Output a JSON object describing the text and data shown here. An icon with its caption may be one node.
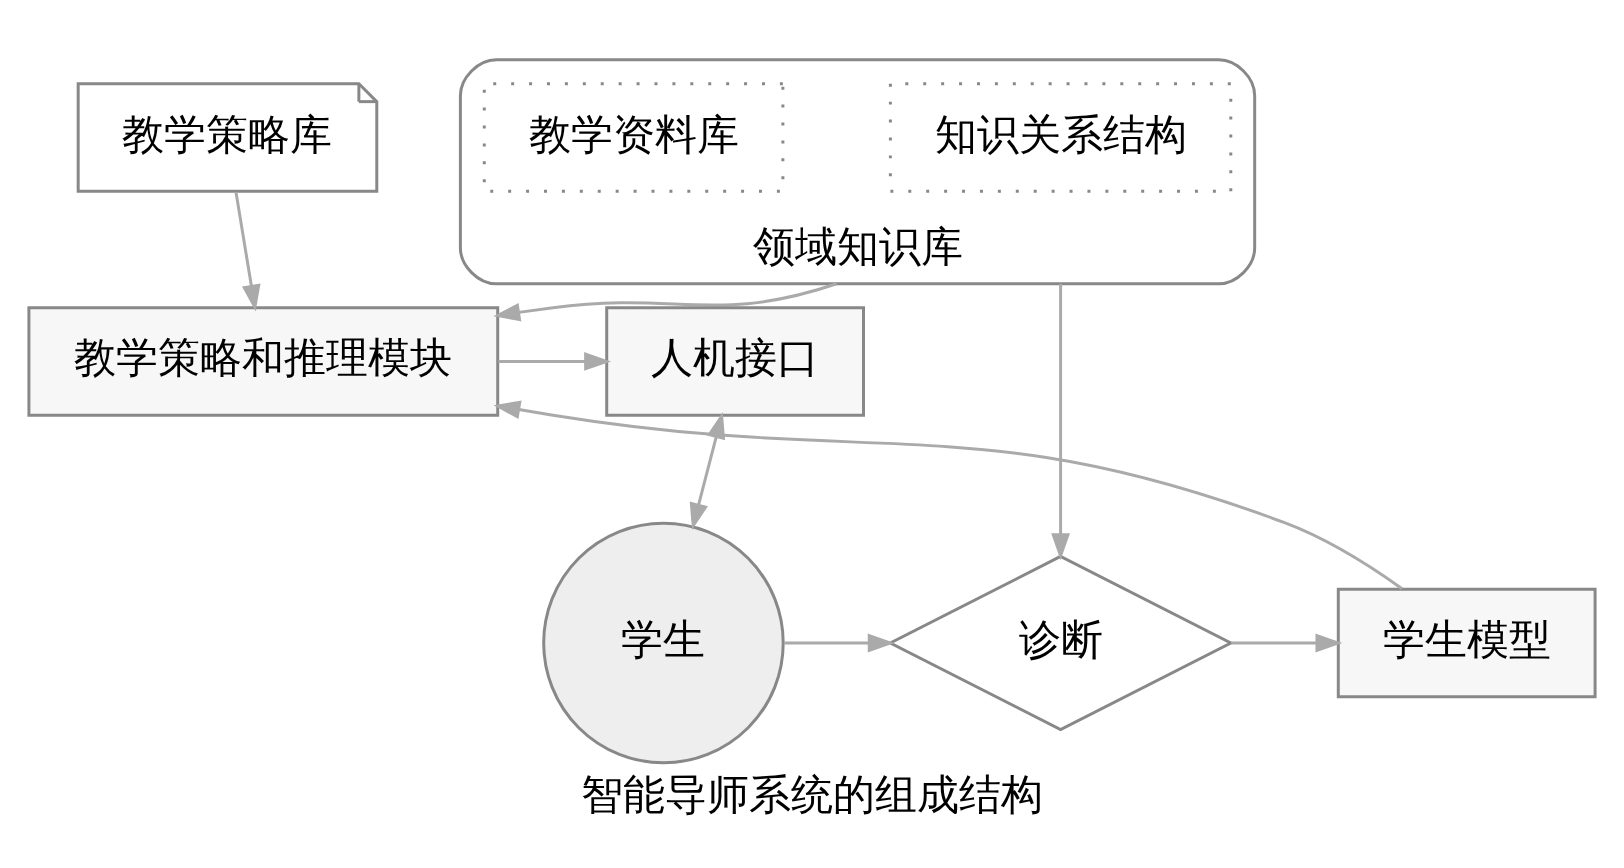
{
  "diagram": {
    "caption": "智能导师系统的组成结构",
    "nodes": [
      {
        "text": [
          "领域知识库"
        ]
      },
      {
        "text": [
          "知识关系结构"
        ],
        "in": 0
      },
      {
        "text": [
          "教学资料库"
        ],
        "in": 0
      },
      {
        "text": [
          "教学策略库"
        ]
      },
      {
        "text": [
          "教学策略和推理模块"
        ]
      },
      {
        "text": [
          "人机接口"
        ]
      },
      {
        "text": [
          "学生"
        ]
      },
      {
        "text": [
          "学生模型"
        ]
      },
      {
        "text": [
          "诊断"
        ]
      }
    ],
    "edges": [
      {
        "from": 0,
        "to": 4,
        "arrow": "to"
      },
      {
        "from": 3,
        "to": 4,
        "arrow": "to"
      },
      {
        "from": 4,
        "to": 5,
        "arrow": "to"
      },
      {
        "from": 5,
        "to": 6,
        "arrow": "both"
      },
      {
        "from": 6,
        "to": 8,
        "arrow": "to"
      },
      {
        "from": 8,
        "to": 7,
        "arrow": "to"
      },
      {
        "from": 7,
        "to": 4,
        "arrow": "to"
      },
      {
        "from": 0,
        "to": 8,
        "arrow": "to"
      }
    ]
  }
}
